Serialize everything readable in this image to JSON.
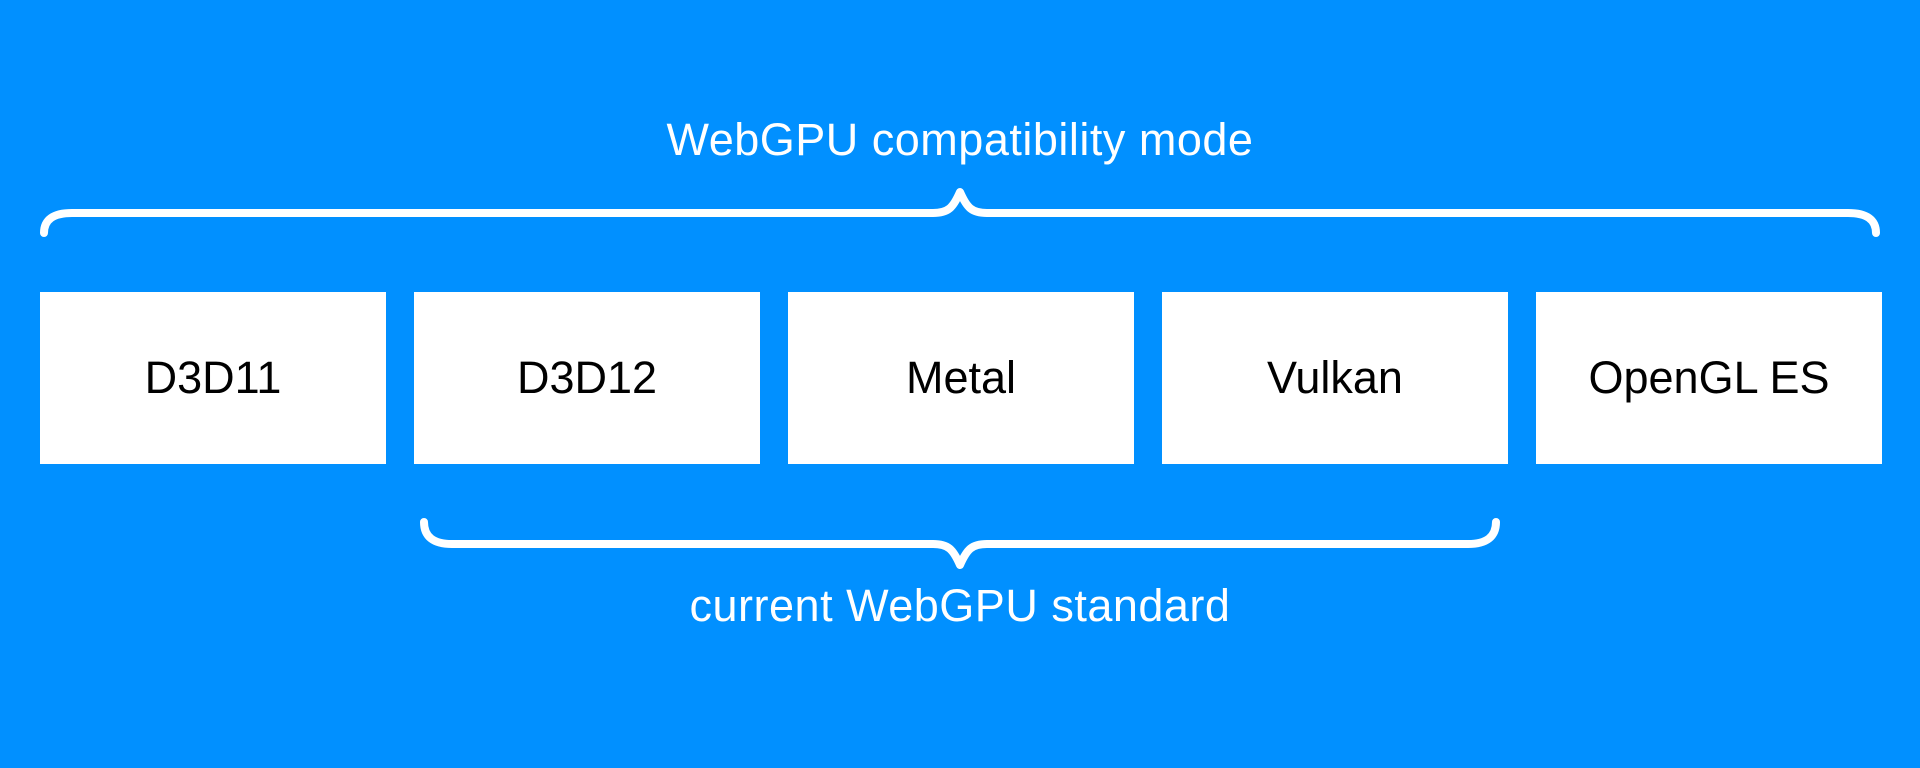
{
  "colors": {
    "background": "#0190ff",
    "box_fill": "#ffffff",
    "box_text": "#000000",
    "brace": "#ffffff",
    "label_text": "#ffffff"
  },
  "overbrace": {
    "label": "WebGPU compatibility mode"
  },
  "boxes": [
    {
      "label": "D3D11"
    },
    {
      "label": "D3D12"
    },
    {
      "label": "Metal"
    },
    {
      "label": "Vulkan"
    },
    {
      "label": "OpenGL ES"
    }
  ],
  "underbrace": {
    "label": "current WebGPU standard"
  }
}
